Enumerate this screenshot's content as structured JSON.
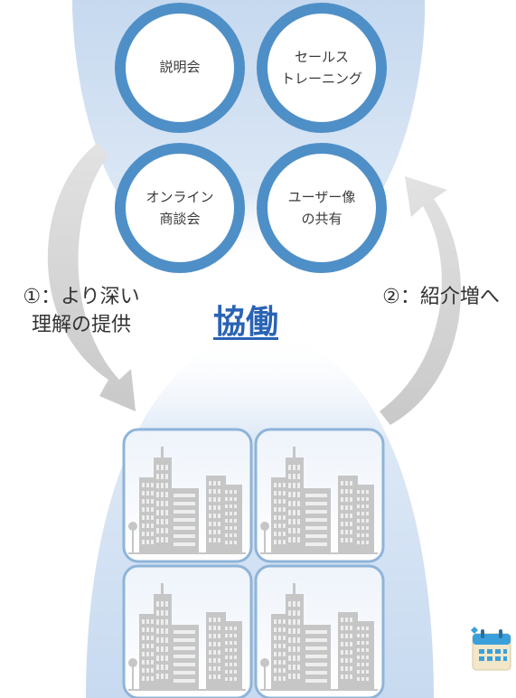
{
  "circles": [
    {
      "line1": "説明会",
      "line2": ""
    },
    {
      "line1": "セールス",
      "line2": "トレーニング"
    },
    {
      "line1": "オンライン",
      "line2": "商談会"
    },
    {
      "line1": "ユーザー像",
      "line2": "の共有"
    }
  ],
  "left_label": {
    "line1": "①：より深い",
    "line2": "理解の提供"
  },
  "right_label": "②：紹介増へ",
  "center_title": "協働",
  "icons": {
    "buildings": "building-icon",
    "calendar": "calendar-icon"
  },
  "colors": {
    "circle_ring": "#4f8fc7",
    "glow": "#c9dcf0",
    "arrow": "#d0d0d0",
    "title": "#2a63b5",
    "building_tile_border": "#8fb4d8",
    "building": "#c6c6c6"
  }
}
